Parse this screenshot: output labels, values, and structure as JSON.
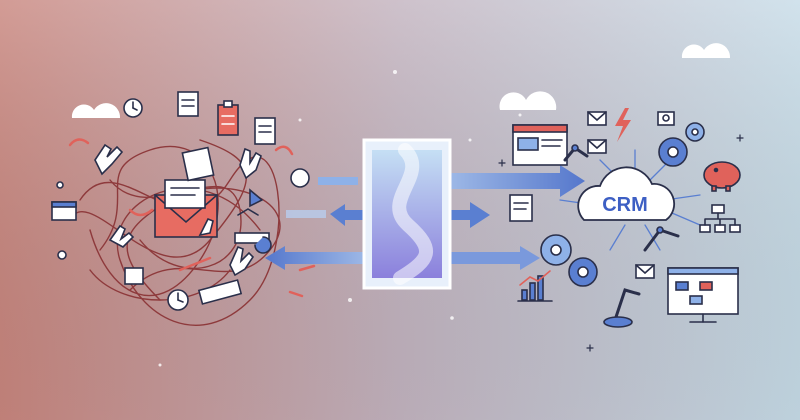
{
  "crm": {
    "label": "CRM"
  },
  "colors": {
    "bg_left": "#c9877f",
    "bg_mid": "#c4b7c3",
    "bg_right": "#c9dde8",
    "ink": "#2a2f4a",
    "red": "#e0625b",
    "blue": "#5a7fd1",
    "blue_light": "#8eb1e8",
    "portal_top": "#c0d9f2",
    "portal_bottom": "#8d83de",
    "cloud": "#ffffff"
  },
  "icons": [
    "chaos-cluster",
    "envelope-icon",
    "clock-icon",
    "document-icon",
    "clipboard-icon",
    "hand-icon",
    "tangled-lines",
    "portal-door",
    "cloud-icon",
    "gear-icon",
    "robot-arm-icon",
    "lightning-icon",
    "piggy-bank-icon",
    "org-chart-icon",
    "monitor-icon",
    "bar-chart-icon",
    "browser-window-icon",
    "camera-icon"
  ]
}
